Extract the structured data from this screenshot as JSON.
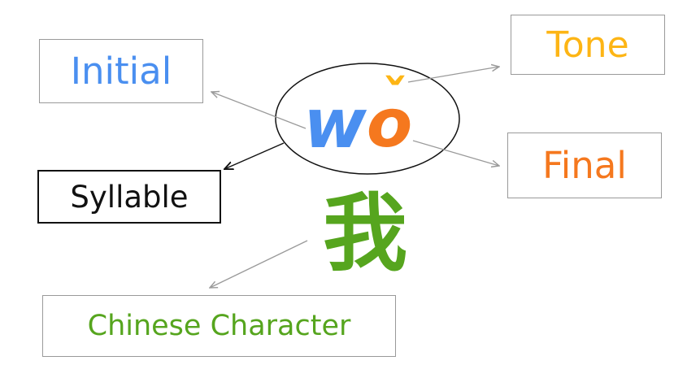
{
  "labels": {
    "initial": "Initial",
    "tone": "Tone",
    "final": "Final",
    "syllable": "Syllable",
    "chinese_character": "Chinese Character"
  },
  "syllable": {
    "initial_letter": "w",
    "final_letter": "o",
    "tone_mark": "ˇ",
    "character": "我"
  },
  "colors": {
    "initial": "#4a8ff0",
    "tone": "#fdb515",
    "final": "#f5781e",
    "chinese_character": "#56a51e",
    "syllable": "#111111",
    "arrow_gray": "#9a9a9a",
    "arrow_dark": "#111111"
  }
}
